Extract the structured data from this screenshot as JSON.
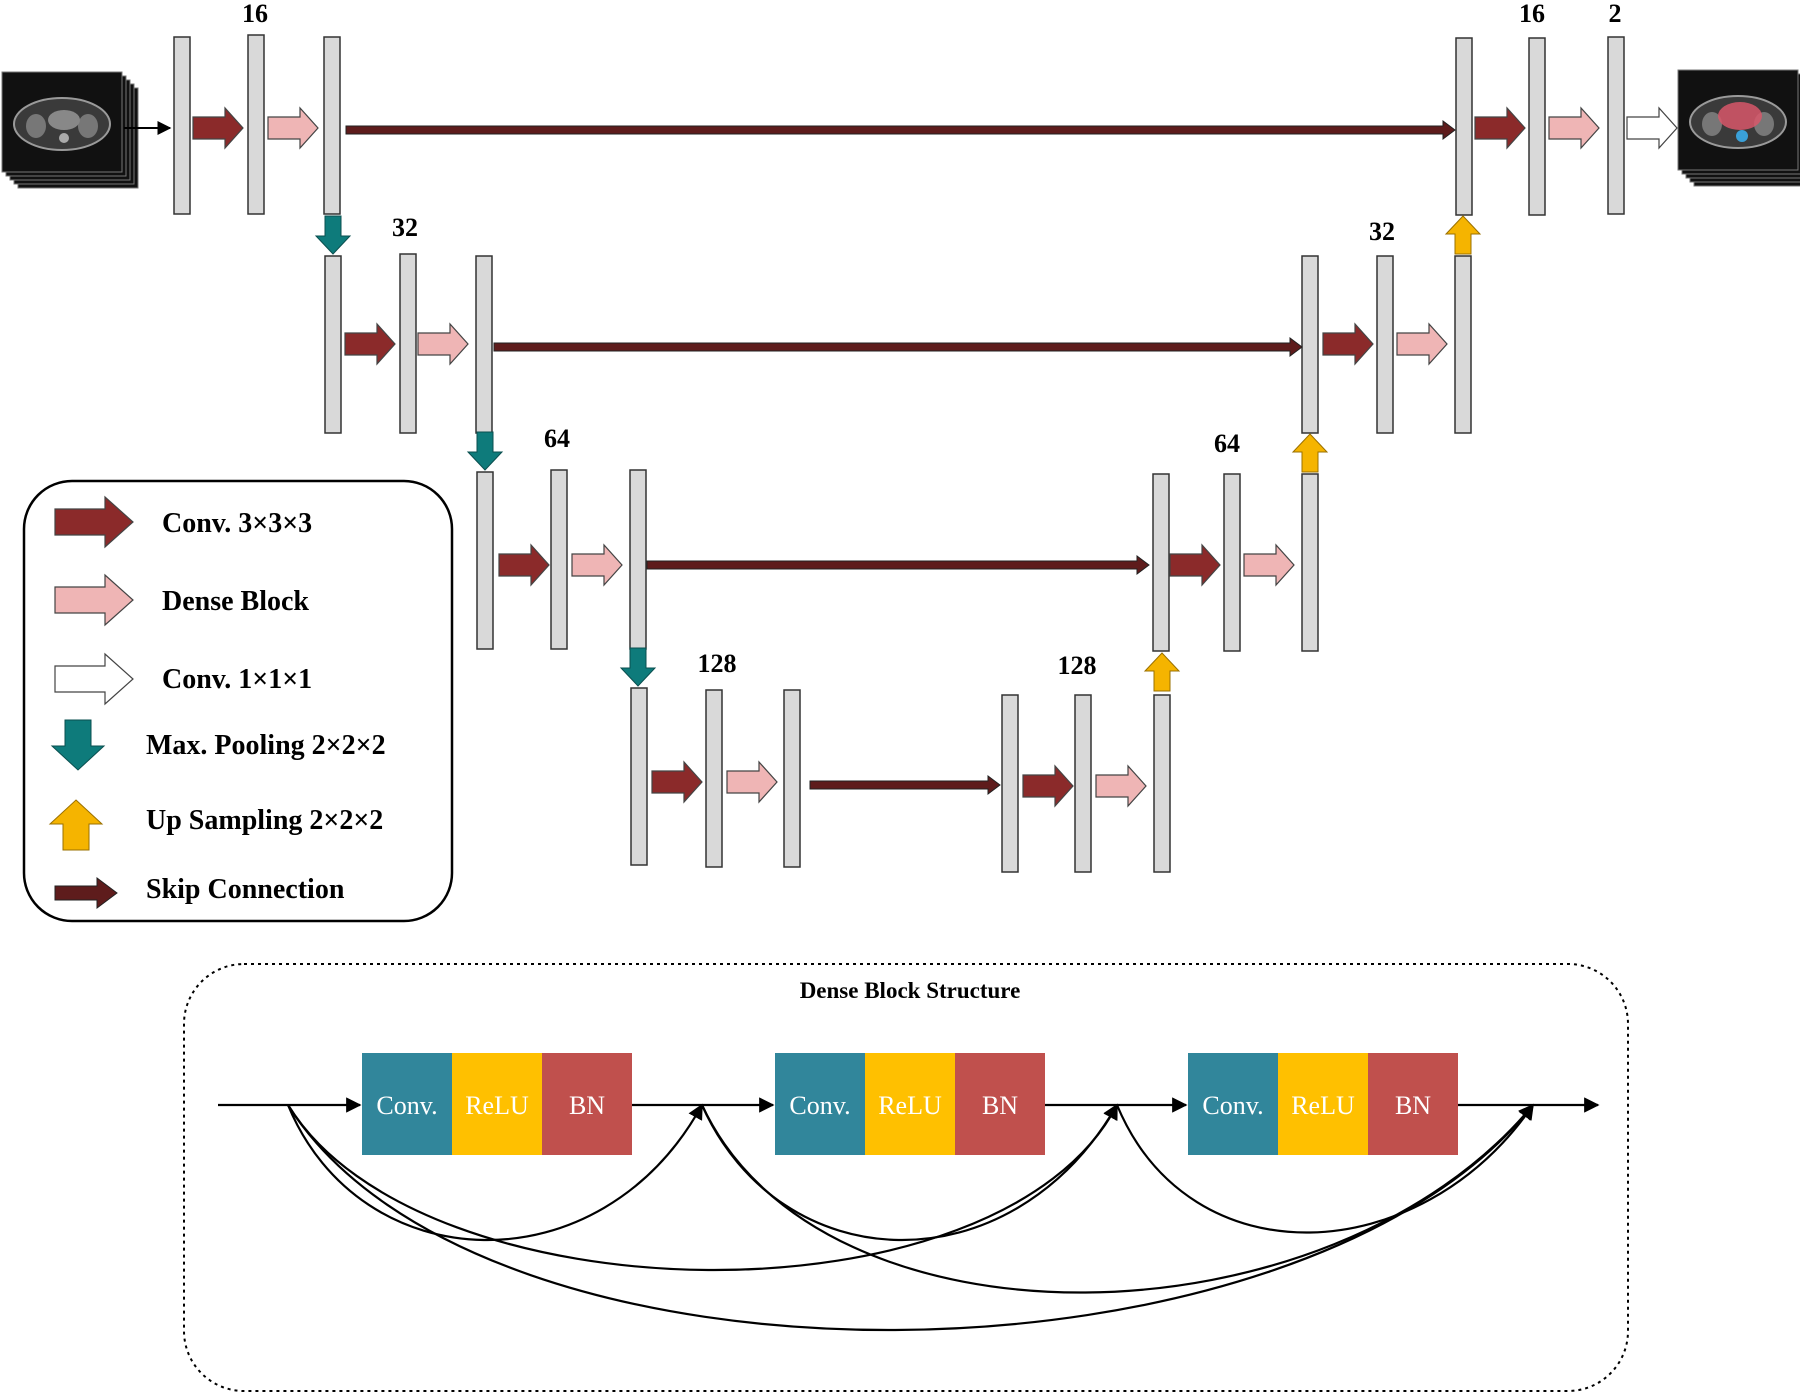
{
  "colors": {
    "conv3": "#8b2a2a",
    "dense": "#efb5b5",
    "conv1": "#ffffff",
    "pool": "#0e7b7b",
    "up": "#f5b400",
    "skip": "#5e1c1c",
    "layer_fill": "#d9d9d9",
    "block_conv": "#31869b",
    "block_relu": "#ffc000",
    "block_bn": "#c0504d"
  },
  "network": {
    "channels": {
      "enc1": "16",
      "enc2": "32",
      "enc3": "64",
      "enc4": "128",
      "dec4": "128",
      "dec3": "64",
      "dec2": "32",
      "dec1": "16",
      "out": "2"
    },
    "input_image": "ct-scan-input-stack",
    "output_image": "segmentation-output-stack"
  },
  "legend": {
    "items": [
      {
        "icon": "conv-3x3x3-arrow-icon",
        "label": "Conv. 3×3×3"
      },
      {
        "icon": "dense-block-arrow-icon",
        "label": "Dense Block"
      },
      {
        "icon": "conv-1x1x1-arrow-icon",
        "label": "Conv. 1×1×1"
      },
      {
        "icon": "max-pooling-arrow-icon",
        "label": "Max. Pooling 2×2×2"
      },
      {
        "icon": "up-sampling-arrow-icon",
        "label": "Up Sampling 2×2×2"
      },
      {
        "icon": "skip-connection-arrow-icon",
        "label": "Skip Connection"
      }
    ]
  },
  "dense_block": {
    "title": "Dense Block Structure",
    "units": [
      {
        "conv": "Conv.",
        "relu": "ReLU",
        "bn": "BN"
      },
      {
        "conv": "Conv.",
        "relu": "ReLU",
        "bn": "BN"
      },
      {
        "conv": "Conv.",
        "relu": "ReLU",
        "bn": "BN"
      }
    ]
  }
}
